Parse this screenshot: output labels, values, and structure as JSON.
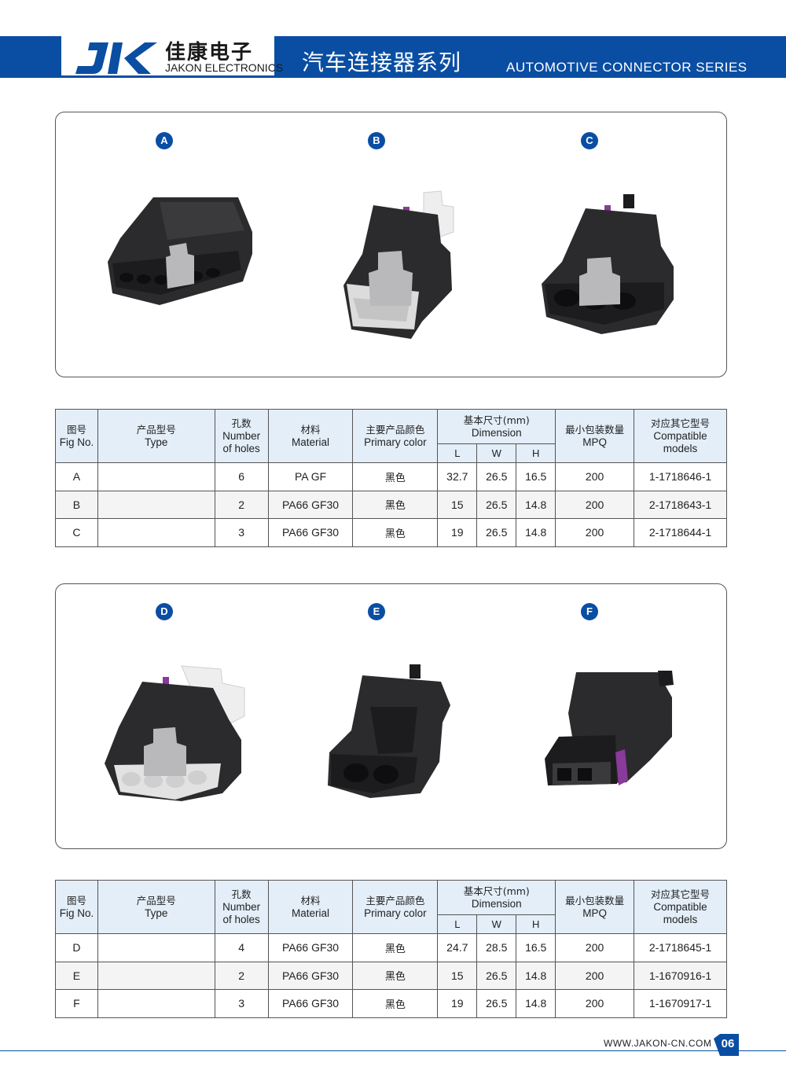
{
  "header": {
    "brand_cn": "佳康电子",
    "brand_en": "JAKON ELECTRONICS",
    "series_cn": "汽车连接器系列",
    "series_en": "AUTOMOTIVE CONNECTOR SERIES",
    "brand_color": "#0a4ea3"
  },
  "panels": [
    {
      "badges": [
        "A",
        "B",
        "C"
      ]
    },
    {
      "badges": [
        "D",
        "E",
        "F"
      ]
    }
  ],
  "table_headers": {
    "fig_cn": "图号",
    "fig_en": "Fig No.",
    "type_cn": "产品型号",
    "type_en": "Type",
    "holes_cn": "孔数",
    "holes_en1": "Number",
    "holes_en2": "of holes",
    "material_cn": "材料",
    "material_en": "Material",
    "color_cn": "主要产品颜色",
    "color_en": "Primary color",
    "dim_cn": "基本尺寸(mm)",
    "dim_en": "Dimension",
    "dim_l": "L",
    "dim_w": "W",
    "dim_h": "H",
    "mpq_cn": "最小包装数量",
    "mpq_en": "MPQ",
    "compat_cn": "对应其它型号",
    "compat_en1": "Compatible",
    "compat_en2": "models"
  },
  "table1": [
    {
      "fig": "A",
      "type": "",
      "holes": "6",
      "material": "PA GF",
      "color": "黑色",
      "l": "32.7",
      "w": "26.5",
      "h": "16.5",
      "mpq": "200",
      "compat": "1-1718646-1"
    },
    {
      "fig": "B",
      "type": "",
      "holes": "2",
      "material": "PA66 GF30",
      "color": "黑色",
      "l": "15",
      "w": "26.5",
      "h": "14.8",
      "mpq": "200",
      "compat": "2-1718643-1"
    },
    {
      "fig": "C",
      "type": "",
      "holes": "3",
      "material": "PA66 GF30",
      "color": "黑色",
      "l": "19",
      "w": "26.5",
      "h": "14.8",
      "mpq": "200",
      "compat": "2-1718644-1"
    }
  ],
  "table2": [
    {
      "fig": "D",
      "type": "",
      "holes": "4",
      "material": "PA66 GF30",
      "color": "黑色",
      "l": "24.7",
      "w": "28.5",
      "h": "16.5",
      "mpq": "200",
      "compat": "2-1718645-1"
    },
    {
      "fig": "E",
      "type": "",
      "holes": "2",
      "material": "PA66 GF30",
      "color": "黑色",
      "l": "15",
      "w": "26.5",
      "h": "14.8",
      "mpq": "200",
      "compat": "1-1670916-1"
    },
    {
      "fig": "F",
      "type": "",
      "holes": "3",
      "material": "PA66 GF30",
      "color": "黑色",
      "l": "19",
      "w": "26.5",
      "h": "14.8",
      "mpq": "200",
      "compat": "1-1670917-1"
    }
  ],
  "footer": {
    "url": "WWW.JAKON-CN.COM",
    "page": "06"
  }
}
